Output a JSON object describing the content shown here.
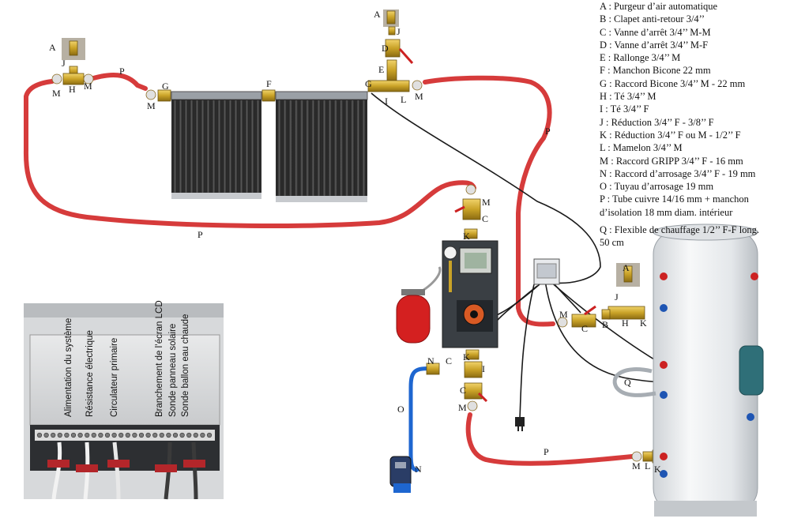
{
  "legend": [
    {
      "code": "A",
      "text": "A : Purgeur d’air automatique"
    },
    {
      "code": "B",
      "text": "B : Clapet anti-retour 3/4’’"
    },
    {
      "code": "C",
      "text": "C : Vanne d’arrêt 3/4’’ M-M"
    },
    {
      "code": "D",
      "text": "D : Vanne d’arrêt 3/4’’ M-F"
    },
    {
      "code": "E",
      "text": "E : Rallonge 3/4’’ M"
    },
    {
      "code": "F",
      "text": "F : Manchon Bicone 22 mm"
    },
    {
      "code": "G",
      "text": "G : Raccord Bicone 3/4’’ M - 22 mm"
    },
    {
      "code": "H",
      "text": "H : Té 3/4’’ M"
    },
    {
      "code": "I",
      "text": "I : Té 3/4’’ F"
    },
    {
      "code": "J",
      "text": "J : Réduction 3/4’’ F - 3/8’’ F"
    },
    {
      "code": "K",
      "text": "K : Réduction 3/4’’ F ou M - 1/2’’ F"
    },
    {
      "code": "L",
      "text": "L : Mamelon 3/4’’ M"
    },
    {
      "code": "M",
      "text": "M : Raccord GRIPP 3/4’’ F - 16 mm"
    },
    {
      "code": "N",
      "text": "N : Raccord d’arrosage 3/4’’ F - 19 mm"
    },
    {
      "code": "O",
      "text": "O : Tuyau d’arrosage 19 mm"
    },
    {
      "code": "P",
      "text": "P : Tube cuivre 14/16 mm + manchon d’isolation 18 mm diam. intérieur"
    },
    {
      "code": "Q",
      "text": "Q : Flexible de chauffage 1/2’’ F-F long. 50 cm"
    }
  ],
  "labels": {
    "A": "A",
    "B": "B",
    "C": "C",
    "D": "D",
    "E": "E",
    "F": "F",
    "G": "G",
    "H": "H",
    "I": "I",
    "J": "J",
    "K": "K",
    "L": "L",
    "M": "M",
    "N": "N",
    "O": "O",
    "P": "P",
    "Q": "Q"
  },
  "controller_labels": [
    "Alimentation du système",
    "Résistance électrique",
    "Circulateur primaire",
    "Branchement de l’écran LCD",
    "Sonde panneau solaire",
    "Sonde ballon eau chaude"
  ],
  "colors": {
    "pipe": "#d63b3b",
    "hose": "#1e66d0",
    "cable": "#1a1a1a",
    "brass": "#c9a227",
    "tank": "#e9ecef"
  }
}
